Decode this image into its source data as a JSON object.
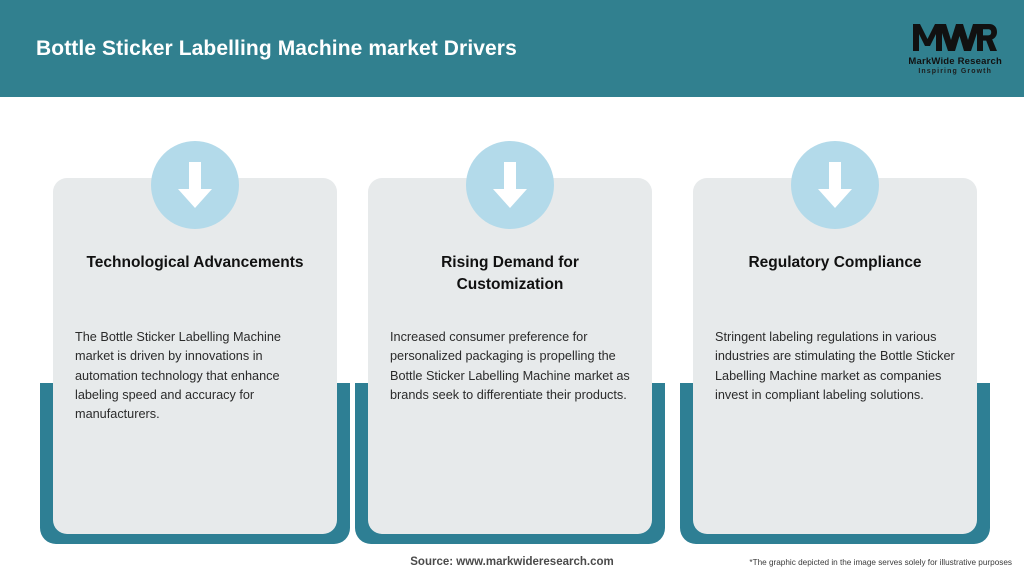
{
  "header": {
    "title": "Bottle Sticker Labelling Machine market Drivers",
    "bg_color": "#31808f",
    "title_color": "#ffffff",
    "logo": {
      "mark": "MWR",
      "name": "MarkWide Research",
      "tagline": "Inspiring Growth"
    }
  },
  "theme": {
    "accent_teal": "#2e7f94",
    "card_bg": "#e7eaeb",
    "badge_blue": "#b3daea",
    "arrow_color": "#ffffff",
    "page_bg": "#ffffff"
  },
  "cards": [
    {
      "icon": "down-arrow-icon",
      "title": "Technological Advancements",
      "body": "The Bottle Sticker Labelling Machine market is driven by innovations in automation technology that enhance labeling speed and accuracy for manufacturers."
    },
    {
      "icon": "down-arrow-icon",
      "title": "Rising Demand for Customization",
      "body": "Increased consumer preference for personalized packaging is propelling the Bottle Sticker Labelling Machine market as brands seek to differentiate their products."
    },
    {
      "icon": "down-arrow-icon",
      "title": "Regulatory Compliance",
      "body": "Stringent labeling regulations in various industries are stimulating the Bottle Sticker Labelling Machine market as companies invest in compliant labeling solutions."
    }
  ],
  "footer": {
    "source": "Source: www.markwideresearch.com",
    "disclaimer": "*The graphic depicted in the image serves solely for illustrative purposes"
  }
}
